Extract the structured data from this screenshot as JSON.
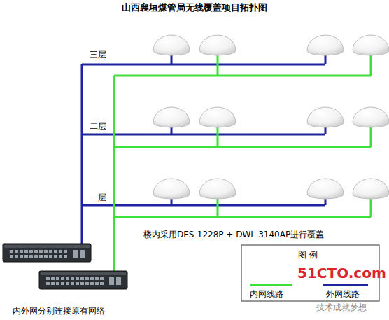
{
  "diagram": {
    "title": "山西襄垣煤管局无线覆盖项目拓扑图",
    "labels": [
      "三层",
      "二层",
      "一层",
      "楼内采用DES-1228P + DWL-3140AP进行覆盖",
      "图 例",
      "内外网分别连接原有网络",
      "51CTO.com",
      "技术成就梦想"
    ],
    "legend": [
      {
        "text": "内网线路"
      },
      {
        "text": "外网线路"
      }
    ]
  }
}
